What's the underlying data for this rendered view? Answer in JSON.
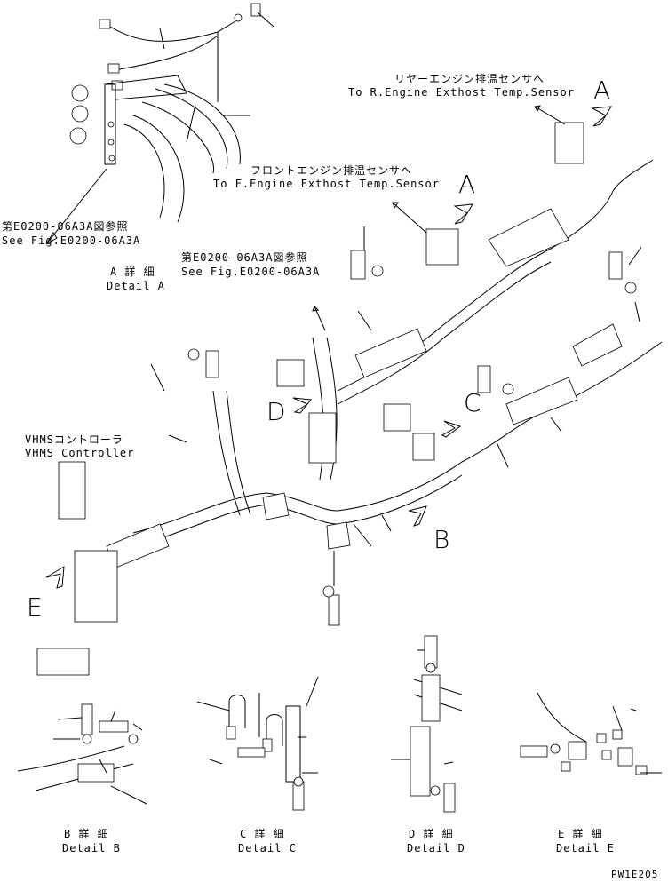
{
  "labels": {
    "rear_sensor_jp": "リヤーエンジン排温センサへ",
    "rear_sensor_en": "To R.Engine Exthost Temp.Sensor",
    "front_sensor_jp": "フロントエンジン排温センサへ",
    "front_sensor_en": "To F.Engine Exthost Temp.Sensor",
    "see_fig_jp_a": "第E0200-06A3A図参照",
    "see_fig_en_a": "See Fig.E0200-06A3A",
    "see_fig_jp_main": "第E0200-06A3A図参照",
    "see_fig_en_main": "See Fig.E0200-06A3A",
    "detail_a_jp": "A 詳 細",
    "detail_a_en": "Detail A",
    "vhms_jp": "VHMSコントローラ",
    "vhms_en": "VHMS Controller",
    "detail_b_jp": "B 詳 細",
    "detail_b_en": "Detail B",
    "detail_c_jp": "C 詳 細",
    "detail_c_en": "Detail C",
    "detail_d_jp": "D 詳 細",
    "detail_d_en": "Detail D",
    "detail_e_jp": "E 詳 細",
    "detail_e_en": "Detail E",
    "drawing_code": "PW1E205"
  },
  "view_letters": {
    "a_rear": "A",
    "a_front": "A",
    "b": "B",
    "c": "C",
    "d": "D",
    "e": "E"
  }
}
